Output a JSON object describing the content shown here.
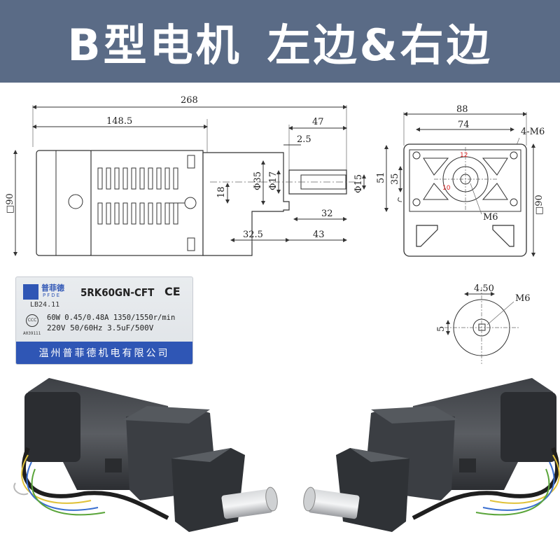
{
  "banner": {
    "title_left": "B型电机",
    "title_right": "左边&右边",
    "bg_color": "#5a6b86"
  },
  "side_view": {
    "dim_268": "268",
    "dim_148_5": "148.5",
    "dim_47": "47",
    "dim_2_5": "2.5",
    "dim_90": "□90",
    "dim_18": "18",
    "dim_phi35": "Φ35",
    "dim_phi17": "Φ17",
    "dim_phi15": "Φ15",
    "dim_32": "32",
    "dim_32_5": "32.5",
    "dim_43": "43"
  },
  "front_view": {
    "dim_88": "88",
    "dim_74": "74",
    "dim_4m6": "4-M6",
    "dim_51": "51",
    "dim_35": "35",
    "dim_90": "□90",
    "dim_m6": "M6",
    "mark_a": "12",
    "mark_b": "10"
  },
  "shaft_view": {
    "dim_4_50": "4.50",
    "dim_m6": "M6",
    "dim_5": "5"
  },
  "nameplate": {
    "brand_cn": "普菲德",
    "brand_en": "PFDE",
    "code": "LB24.11",
    "model": "5RK60GN-CFT",
    "ce": "CE",
    "ccc": "CCC",
    "cert": "A039111",
    "spec_line1": "60W 0.45/0.48A 1350/1550r/min",
    "spec_line2": "220V 50/60Hz 3.5uF/500V",
    "company": "温州普菲德机电有限公司",
    "accent_color": "#2f56b5"
  }
}
